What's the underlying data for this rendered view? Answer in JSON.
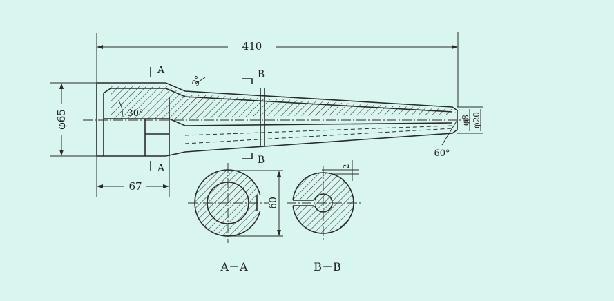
{
  "colors": {
    "background": "#d9f5ef",
    "ink": "#2a2a2a"
  },
  "dimensions": {
    "overall_length": "410",
    "bore_length": "67",
    "outer_diameter": "φ65",
    "tip_inner_diameter": "φ8",
    "tip_outer_diameter": "φ20",
    "section_height": "60",
    "slot_width": "2"
  },
  "angles": {
    "taper": "3°",
    "chamfer": "30°",
    "tip": "60°"
  },
  "section_markers": {
    "a": "A",
    "b": "B"
  },
  "section_titles": {
    "aa": "A－A",
    "bb": "B－B"
  }
}
